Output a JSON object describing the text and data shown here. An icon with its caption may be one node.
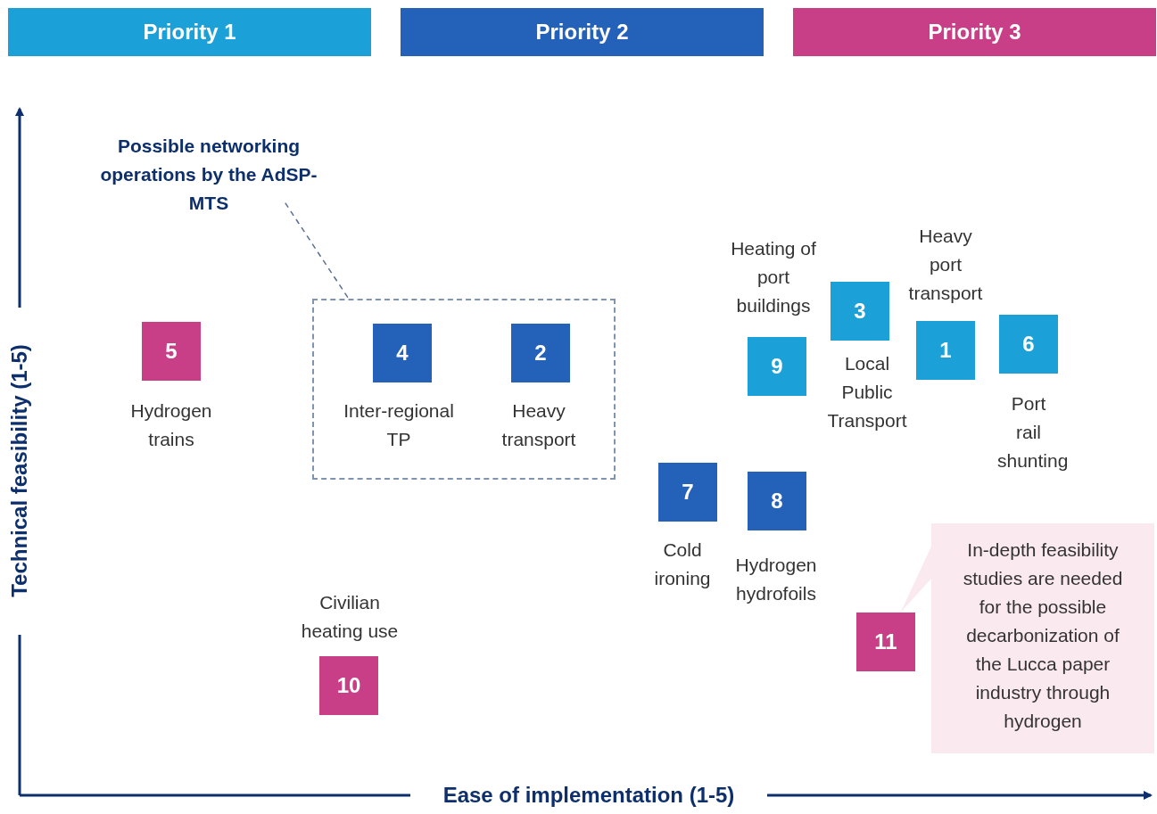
{
  "diagram": {
    "nodes": [
      {
        "text": [
          "Priority 1"
        ]
      },
      {
        "text": [
          "Priority 2"
        ]
      },
      {
        "text": [
          "Priority 3"
        ]
      },
      {
        "text": [
          "Possible networking operations by the AdSP-MTS"
        ]
      },
      {
        "text": [],
        "shape": "box"
      },
      {
        "text": [
          "4"
        ],
        "in": 4,
        "beside": [
          "Inter-regional TP"
        ]
      },
      {
        "text": [
          "2"
        ],
        "in": 4,
        "beside": [
          "Heavy transport"
        ]
      },
      {
        "text": [
          "5"
        ],
        "beside": [
          "Hydrogen trains"
        ]
      },
      {
        "text": [
          "9"
        ],
        "beside": [
          "Heating of port buildings"
        ]
      },
      {
        "text": [
          "3"
        ],
        "beside": [
          "Local Public Transport"
        ]
      },
      {
        "text": [
          "1"
        ],
        "beside": [
          "Heavy port transport"
        ]
      },
      {
        "text": [
          "6"
        ],
        "beside": [
          "Port rail shunting"
        ]
      },
      {
        "text": [
          "7"
        ],
        "beside": [
          "Cold ironing"
        ]
      },
      {
        "text": [
          "8"
        ],
        "beside": [
          "Hydrogen hydrofoils"
        ]
      },
      {
        "text": [
          "10"
        ],
        "beside": [
          "Civilian heating use"
        ]
      },
      {
        "text": [
          "11"
        ]
      },
      {
        "text": [
          "In-depth feasibility studies are needed for the possible decarbonization of the Lucca paper industry through hydrogen"
        ]
      }
    ],
    "edges": [
      {
        "from": 3,
        "to": 4,
        "arrow": "none",
        "style": "dashed"
      },
      {
        "from": 16,
        "to": 15,
        "arrow": "none"
      }
    ],
    "labels": [
      "Technical feasibility (1-5)",
      "Ease of implementation (1-5)"
    ]
  }
}
